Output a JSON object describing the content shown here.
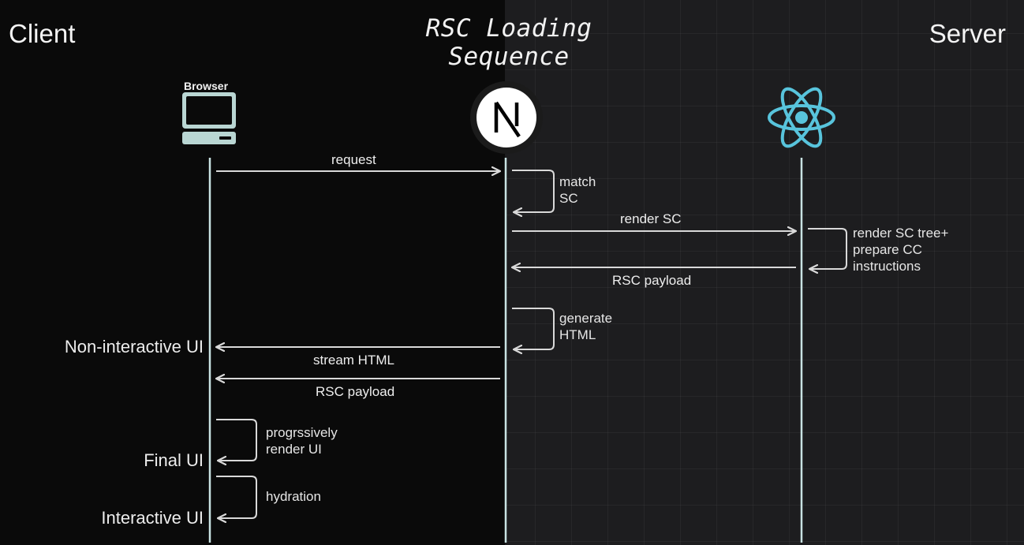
{
  "title": "RSC Loading Sequence",
  "side_labels": {
    "left": "Client",
    "right": "Server"
  },
  "participants": {
    "browser": {
      "label": "Browser",
      "icon": "computer-monitor-icon"
    },
    "nextjs": {
      "label": "",
      "icon": "nextjs-logo-icon"
    },
    "react": {
      "label": "",
      "icon": "react-logo-icon"
    }
  },
  "messages": {
    "request": "request",
    "render_sc": "render SC",
    "rsc_payload_1": "RSC payload",
    "stream_html": "stream HTML",
    "rsc_payload_2": "RSC payload"
  },
  "self_notes": {
    "match_sc": [
      "match",
      "SC"
    ],
    "render_tree": [
      "render SC tree+",
      "prepare CC",
      "instructions"
    ],
    "generate_html": [
      "generate",
      "HTML"
    ],
    "progressively": [
      "progrssively",
      "render UI"
    ],
    "hydration": [
      "hydration"
    ]
  },
  "client_states": {
    "non_interactive": "Non-interactive UI",
    "final": "Final UI",
    "interactive": "Interactive UI"
  },
  "colors": {
    "lifeline": "#c9e3e3",
    "arrow": "#d9d9d9",
    "react": "#58c4dc",
    "browser_icon": "#b9d6d3",
    "left_bg": "#0a0a0a",
    "right_bg": "#1d1d1f"
  }
}
